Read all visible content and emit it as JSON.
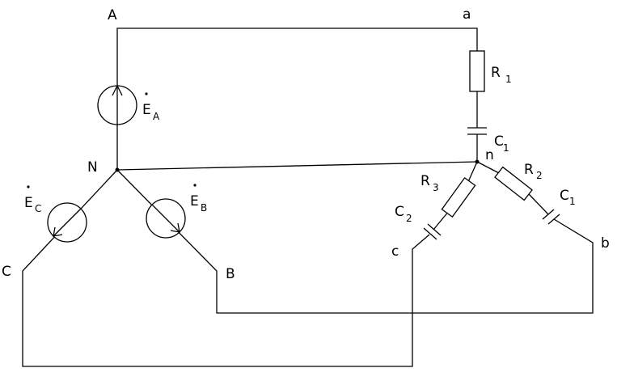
{
  "labels": {
    "A": "A",
    "B": "B",
    "C": "C",
    "N": "N",
    "a": "a",
    "b": "b",
    "c": "c",
    "n": "n",
    "EA": {
      "main": "E",
      "sub": "A"
    },
    "EB": {
      "main": "E",
      "sub": "B"
    },
    "EC": {
      "main": "E",
      "sub": "C"
    },
    "R1": {
      "main": "R",
      "sub": "1"
    },
    "R2": {
      "main": "R",
      "sub": "2"
    },
    "R3": {
      "main": "R",
      "sub": "3"
    },
    "C1_top": {
      "main": "C",
      "sub": "1"
    },
    "C1_right": {
      "main": "C",
      "sub": "1"
    },
    "C2": {
      "main": "C",
      "sub": "2"
    }
  }
}
